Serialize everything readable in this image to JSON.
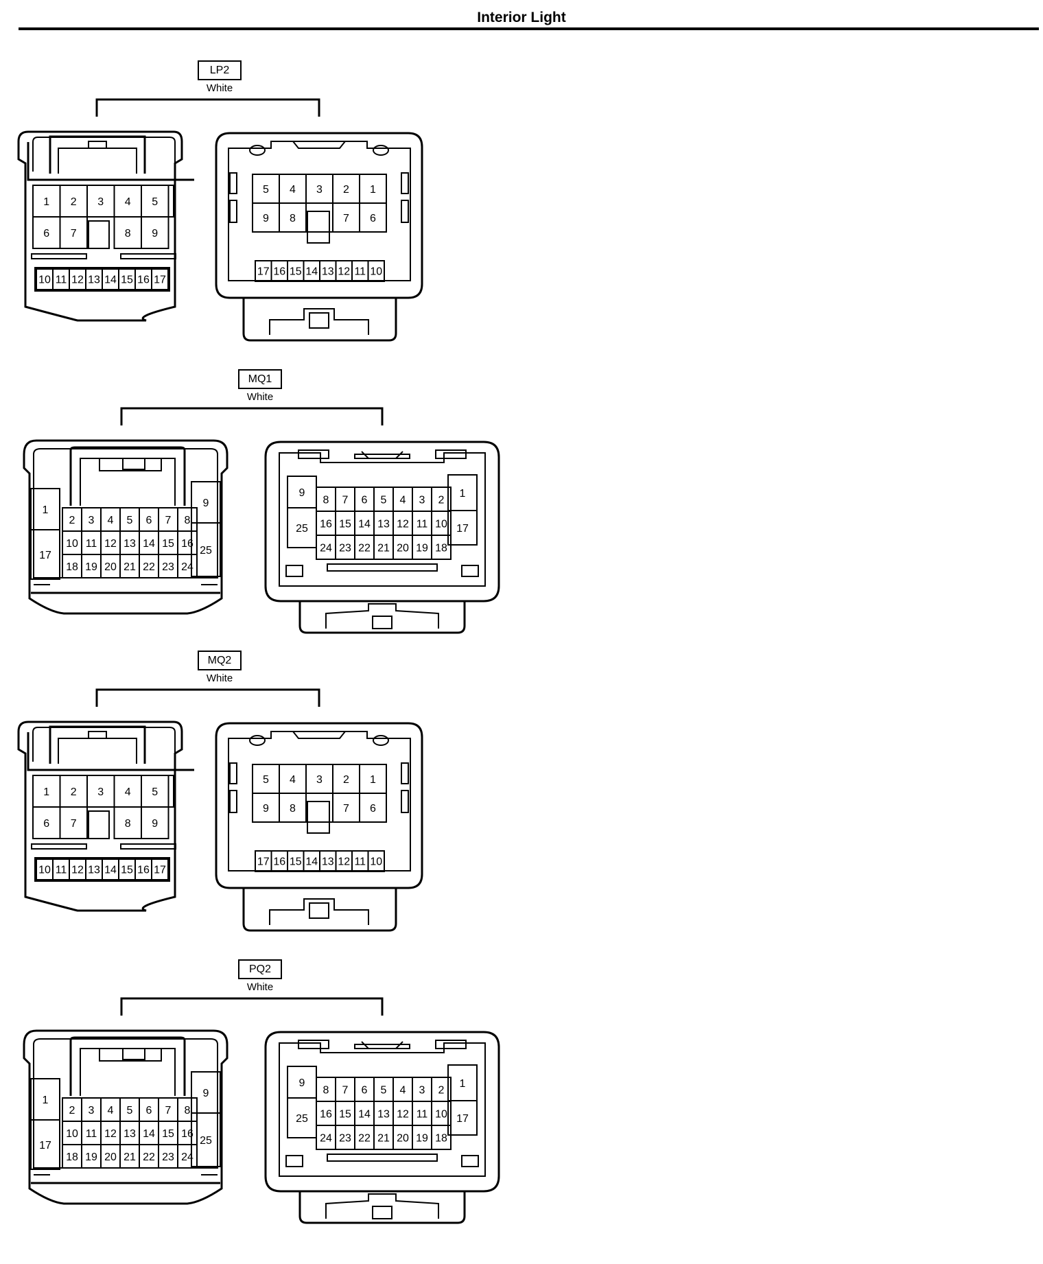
{
  "page": {
    "title": "Interior Light"
  },
  "colors": {
    "line": "#000000",
    "background": "#ffffff"
  },
  "connectors": [
    {
      "id": "LP2",
      "color": "White",
      "kind": "A",
      "left_face": {
        "upper": [
          [
            "1",
            "2",
            "3",
            "4",
            "5"
          ],
          [
            "6",
            "7",
            "",
            "8",
            "9"
          ]
        ],
        "lower": [
          "10",
          "11",
          "12",
          "13",
          "14",
          "15",
          "16",
          "17"
        ]
      },
      "right_face": {
        "upper": [
          [
            "5",
            "4",
            "3",
            "2",
            "1"
          ],
          [
            "9",
            "8",
            "",
            "7",
            "6"
          ]
        ],
        "lower": [
          "17",
          "16",
          "15",
          "14",
          "13",
          "12",
          "11",
          "10"
        ]
      }
    },
    {
      "id": "MQ1",
      "color": "White",
      "kind": "B",
      "left_face": {
        "side_left": [
          "1",
          "17"
        ],
        "rows": [
          [
            "2",
            "3",
            "4",
            "5",
            "6",
            "7",
            "8"
          ],
          [
            "10",
            "11",
            "12",
            "13",
            "14",
            "15",
            "16"
          ],
          [
            "18",
            "19",
            "20",
            "21",
            "22",
            "23",
            "24"
          ]
        ],
        "side_right": [
          "9",
          "25"
        ]
      },
      "right_face": {
        "side_left": [
          "9",
          "25"
        ],
        "rows": [
          [
            "8",
            "7",
            "6",
            "5",
            "4",
            "3",
            "2"
          ],
          [
            "16",
            "15",
            "14",
            "13",
            "12",
            "11",
            "10"
          ],
          [
            "24",
            "23",
            "22",
            "21",
            "20",
            "19",
            "18"
          ]
        ],
        "side_right": [
          "1",
          "17"
        ]
      }
    },
    {
      "id": "MQ2",
      "color": "White",
      "kind": "A",
      "left_face": {
        "upper": [
          [
            "1",
            "2",
            "3",
            "4",
            "5"
          ],
          [
            "6",
            "7",
            "",
            "8",
            "9"
          ]
        ],
        "lower": [
          "10",
          "11",
          "12",
          "13",
          "14",
          "15",
          "16",
          "17"
        ]
      },
      "right_face": {
        "upper": [
          [
            "5",
            "4",
            "3",
            "2",
            "1"
          ],
          [
            "9",
            "8",
            "",
            "7",
            "6"
          ]
        ],
        "lower": [
          "17",
          "16",
          "15",
          "14",
          "13",
          "12",
          "11",
          "10"
        ]
      }
    },
    {
      "id": "PQ2",
      "color": "White",
      "kind": "B",
      "left_face": {
        "side_left": [
          "1",
          "17"
        ],
        "rows": [
          [
            "2",
            "3",
            "4",
            "5",
            "6",
            "7",
            "8"
          ],
          [
            "10",
            "11",
            "12",
            "13",
            "14",
            "15",
            "16"
          ],
          [
            "18",
            "19",
            "20",
            "21",
            "22",
            "23",
            "24"
          ]
        ],
        "side_right": [
          "9",
          "25"
        ]
      },
      "right_face": {
        "side_left": [
          "9",
          "25"
        ],
        "rows": [
          [
            "8",
            "7",
            "6",
            "5",
            "4",
            "3",
            "2"
          ],
          [
            "16",
            "15",
            "14",
            "13",
            "12",
            "11",
            "10"
          ],
          [
            "24",
            "23",
            "22",
            "21",
            "20",
            "19",
            "18"
          ]
        ],
        "side_right": [
          "1",
          "17"
        ]
      }
    }
  ]
}
